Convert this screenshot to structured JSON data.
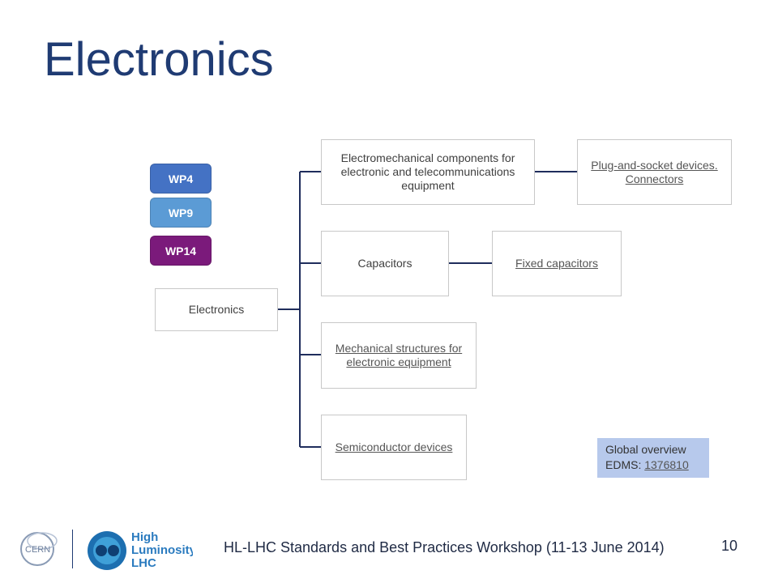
{
  "title": "Electronics",
  "work_packages": [
    {
      "label": "WP4",
      "color": "#4472c4"
    },
    {
      "label": "WP9",
      "color": "#5b9bd5"
    },
    {
      "label": "WP14",
      "color": "#7b1a7b"
    }
  ],
  "tree": {
    "root": "Electronics",
    "children": [
      {
        "label": "Electromechanical components for electronic and telecommunications equipment",
        "child": "Plug-and-socket devices. Connectors"
      },
      {
        "label": "Capacitors",
        "child": "Fixed capacitors"
      },
      {
        "label": "Mechanical structures for electronic equipment"
      },
      {
        "label": "Semiconductor devices"
      }
    ]
  },
  "overview": {
    "line1": "Global overview",
    "edms_prefix": "EDMS: ",
    "edms_number": "1376810"
  },
  "footer": {
    "text": "HL-LHC Standards and Best Practices Workshop (11-13 June 2014)",
    "page": "10",
    "logo_cern": "CERN",
    "logo_hl": [
      "High",
      "Luminosity",
      "LHC"
    ]
  }
}
